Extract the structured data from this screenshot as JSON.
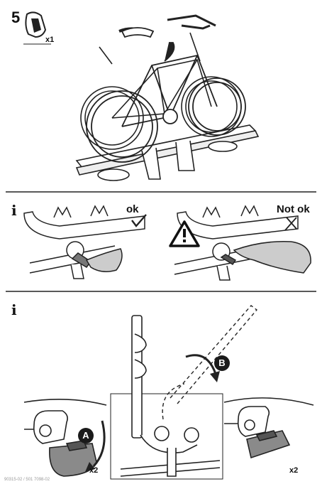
{
  "step": {
    "number": "5",
    "part_qty": "x1"
  },
  "info_icon": "i",
  "comparison": {
    "ok_label": "ok",
    "not_ok_label": "Not ok"
  },
  "operation": {
    "marker_a": "A",
    "marker_b": "B",
    "qty_left": "x2",
    "qty_right": "x2"
  },
  "footer_text": "90315-02 / 501 7098-02",
  "colors": {
    "line": "#222222",
    "grey_fill": "#8a8a8a",
    "light_fill": "#d9d9d9",
    "marker_fill": "#1a1a1a"
  },
  "icons": [
    "ratchet-strap-part-icon",
    "info-icon",
    "check-icon",
    "cross-icon",
    "warning-triangle-icon",
    "rotation-arrow-icon"
  ]
}
